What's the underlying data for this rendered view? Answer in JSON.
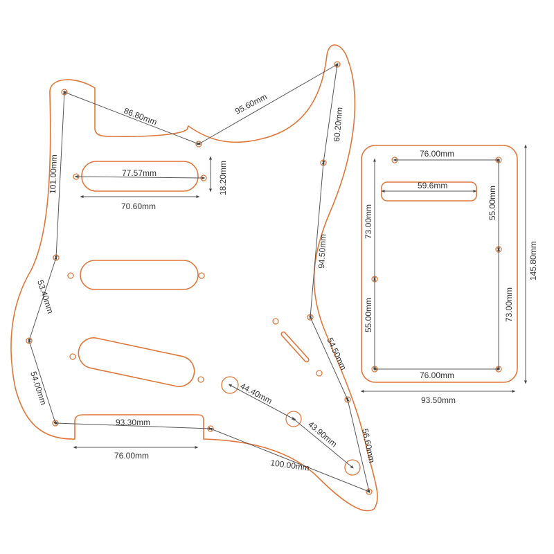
{
  "colors": {
    "outline": "#e0773a",
    "dimension": "#555555",
    "text": "#333333"
  },
  "pickguard": {
    "dims": {
      "d8680": "86.80mm",
      "d9560": "95.60mm",
      "d6020": "60.20mm",
      "d10100": "101.00mm",
      "d7757": "77.57mm",
      "d1820": "18.20mm",
      "d7060": "70.60mm",
      "d9450": "94.50mm",
      "d5340": "53.40mm",
      "d5450": "54.50mm",
      "d5400": "54.00mm",
      "d9330": "93.30mm",
      "d7600": "76.00mm",
      "d4440": "44.40mm",
      "d4390": "43.90mm",
      "d5660": "56.60mm",
      "d10000": "100.00mm"
    }
  },
  "backplate": {
    "dims": {
      "top": "76.00mm",
      "bottom": "76.00mm",
      "slot": "59.6mm",
      "left_upper": "73.00mm",
      "left_lower": "55.00mm",
      "right_upper": "55.00mm",
      "right_lower": "73.00mm",
      "height": "145.80mm",
      "width": "93.50mm"
    }
  }
}
